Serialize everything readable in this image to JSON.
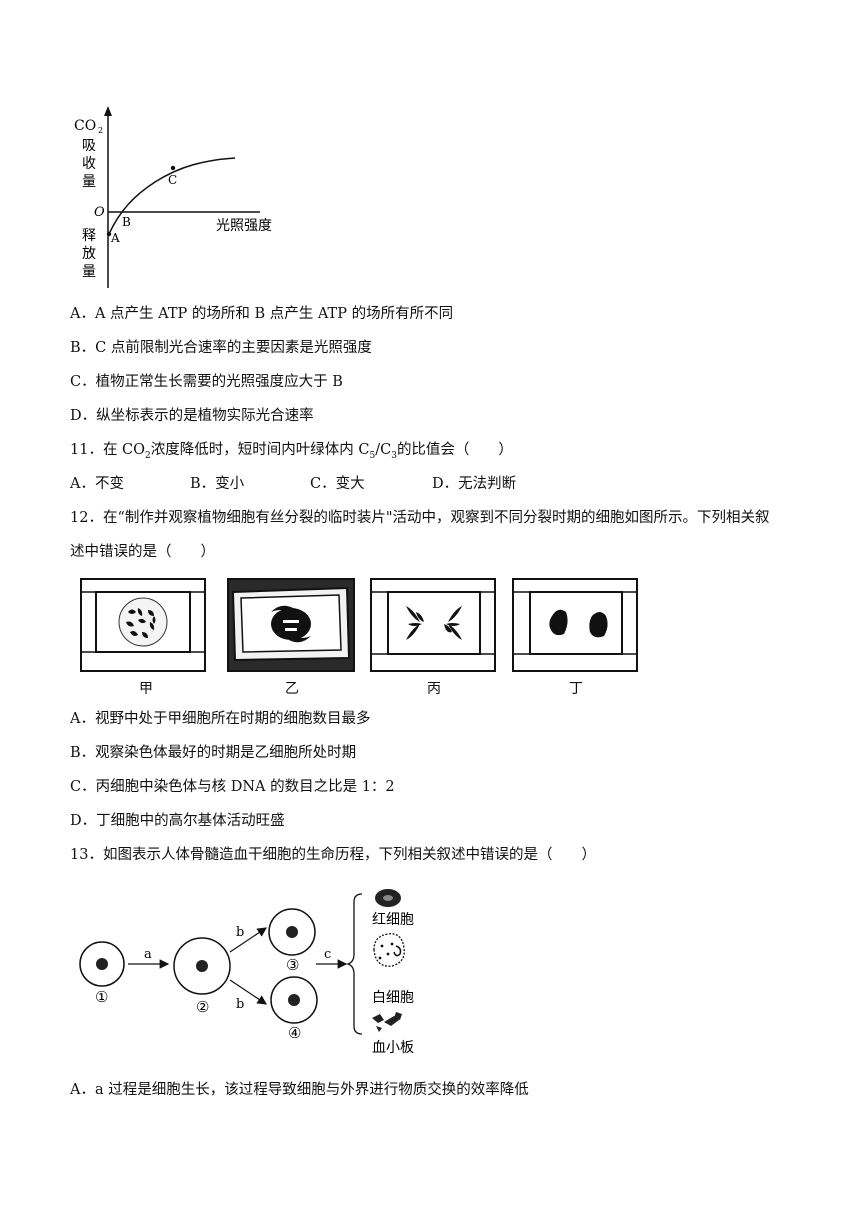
{
  "graph": {
    "y_label_top": "CO",
    "y_label_sub": "2",
    "y_label_absorb": [
      "吸",
      "收",
      "量"
    ],
    "y_label_release": [
      "释",
      "放",
      "量"
    ],
    "origin": "O",
    "x_label": "光照强度",
    "point_a": "A",
    "point_b": "B",
    "point_c": "C"
  },
  "q10": {
    "a": "A．A 点产生 ATP 的场所和 B 点产生 ATP 的场所有所不同",
    "b": "B．C 点前限制光合速率的主要因素是光照强度",
    "c": "C．植物正常生长需要的光照强度应大于 B",
    "d": "D．纵坐标表示的是植物实际光合速率"
  },
  "q11": {
    "stem_pre": "11．在 CO",
    "stem_sub1": "2",
    "stem_mid": "浓度降低时，短时间内叶绿体内 C",
    "stem_sub2": "5",
    "stem_slash": "/C",
    "stem_sub3": "3",
    "stem_post": "的比值会（　　）",
    "a": "A．不变",
    "b": "B．变小",
    "c": "C．变大",
    "d": "D．无法判断"
  },
  "q12": {
    "stem_line1": "12．在“制作并观察植物细胞有丝分裂的临时装片\"活动中，观察到不同分裂时期的细胞如图所示。下列相关叙",
    "stem_line2": "述中错误的是（　　）",
    "captions": [
      "甲",
      "乙",
      "丙",
      "丁"
    ],
    "a": "A．视野中处于甲细胞所在时期的细胞数目最多",
    "b": "B．观察染色体最好的时期是乙细胞所处时期",
    "c": "C．丙细胞中染色体与核 DNA 的数目之比是 1：2",
    "d": "D．丁细胞中的高尔基体活动旺盛"
  },
  "q13": {
    "stem": "13．如图表示人体骨髓造血干细胞的生命历程，下列相关叙述中错误的是（　　）",
    "labels": {
      "c1": "①",
      "c2": "②",
      "c3": "③",
      "c4": "④",
      "a": "a",
      "b1": "b",
      "b2": "b",
      "c": "c",
      "rbc": "红细胞",
      "wbc": "白细胞",
      "plt": "血小板"
    },
    "a": "A．a 过程是细胞生长，该过程导致细胞与外界进行物质交换的效率降低"
  }
}
